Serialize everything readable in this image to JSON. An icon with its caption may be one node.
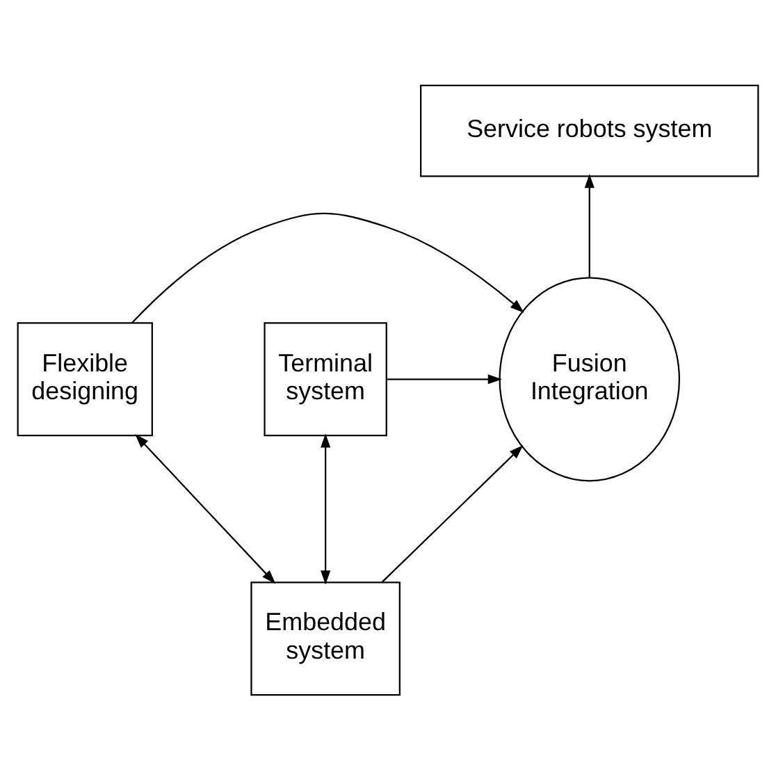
{
  "diagram": {
    "nodes": [
      {
        "text": [
          "Service robots system"
        ]
      },
      {
        "text": [
          "Flexible designing"
        ]
      },
      {
        "text": [
          "Fusion Integration"
        ]
      },
      {
        "text": [
          "Terminal system"
        ]
      },
      {
        "text": [
          "Embedded system"
        ]
      }
    ],
    "edges": [
      {
        "from": 2,
        "to": 0,
        "arrow": "to"
      },
      {
        "from": 1,
        "to": 2,
        "arrow": "to"
      },
      {
        "from": 3,
        "to": 2,
        "arrow": "to"
      },
      {
        "from": 4,
        "to": 2,
        "arrow": "to"
      },
      {
        "from": 1,
        "to": 4,
        "arrow": "both"
      },
      {
        "from": 3,
        "to": 4,
        "arrow": "both"
      }
    ]
  }
}
